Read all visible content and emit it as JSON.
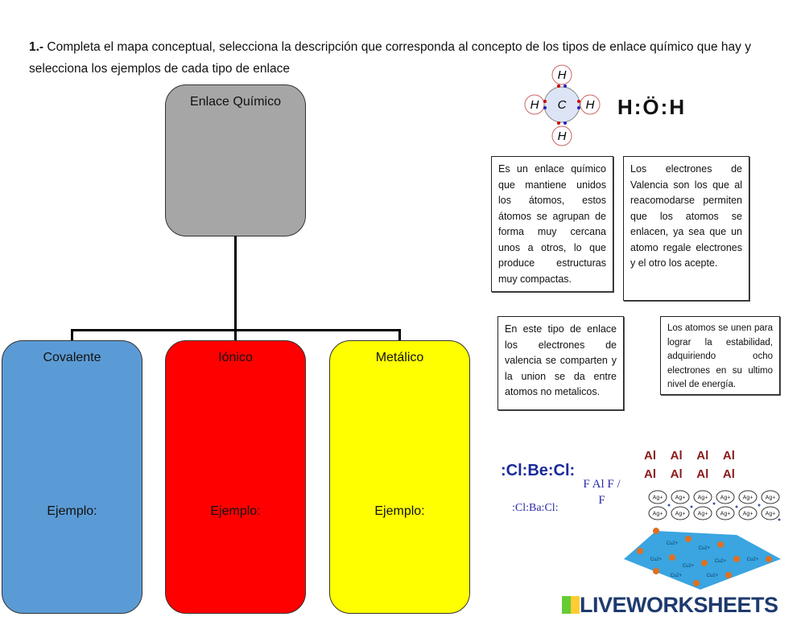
{
  "instructions": {
    "number": "1.-",
    "text": "Completa el mapa conceptual, selecciona la descripción que corresponda al concepto de los tipos de enlace químico que hay y selecciona los ejemplos de cada tipo de enlace"
  },
  "map": {
    "root": {
      "label": "Enlace Químico",
      "color": "#a6a6a6"
    },
    "branches": [
      {
        "label": "Covalente",
        "example_label": "Ejemplo:",
        "color": "#5b9bd5"
      },
      {
        "label": "Iónico",
        "example_label": "Ejemplo:",
        "color": "#ff0000"
      },
      {
        "label": "Metálico",
        "example_label": "Ejemplo:",
        "color": "#ffff00"
      }
    ]
  },
  "descriptions": [
    "Es un enlace químico que mantiene unidos los átomos, estos átomos se agrupan de forma muy cercana unos a otros, lo que produce estructuras muy compactas.",
    "Los electrones de Valencia son los que al reacomodarse permiten que los atomos se enlacen, ya sea que un atomo regale electrones y el otro los acepte.",
    "En este tipo de enlace los electrones de valencia se comparten y la union se da entre atomos no metalicos.",
    "Los atomos se unen para lograr la estabilidad, adquiriendo ocho electrones en su ultimo nivel de energía."
  ],
  "examples": {
    "methane": {
      "center": "C",
      "atoms": [
        "H",
        "H",
        "H",
        "H"
      ]
    },
    "water": "H:Ö:H",
    "becl2": ":Cl:Be:Cl:",
    "bacl2": ":Cl:Ba:Cl:",
    "alf3": "F Al F / F",
    "aluminum": "Al",
    "silver": "Ag+",
    "copper": "Cu2+"
  },
  "logo": "LIVEWORKSHEETS"
}
